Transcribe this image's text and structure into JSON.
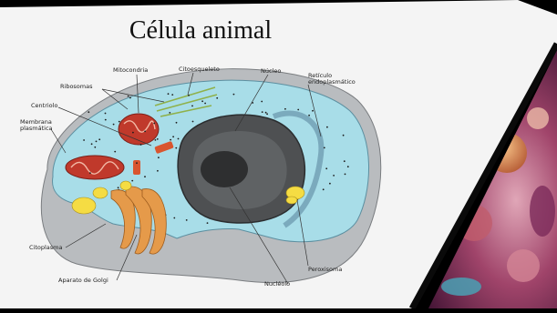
{
  "slide": {
    "title": "Célula animal"
  },
  "labels": {
    "mitocondria": "Mitocondria",
    "citoesqueleto": "Citoesqueleto",
    "nucleo": "Núcleo",
    "reticulo_1": "Retículo",
    "reticulo_2": "endoplasmático",
    "ribosomas": "Ribosomas",
    "centriolo": "Centriolo",
    "membrana_1": "Membrana",
    "membrana_2": "plasmática",
    "citoplasma": "Citoplasma",
    "golgi": "Aparato de Golgi",
    "nucleolo": "Nucléolo",
    "peroxisoma": "Peroxisoma"
  },
  "colors": {
    "slide_bg": "#f4f4f4",
    "frame": "#0a0a0a",
    "cytoplasm": "#a8dde8",
    "cell_outer": "#b9bcbf",
    "nucleus": "#4e5052",
    "mitochondria": "#c0392b",
    "golgi": "#e59a4a",
    "micrograph": "#a0446a"
  }
}
